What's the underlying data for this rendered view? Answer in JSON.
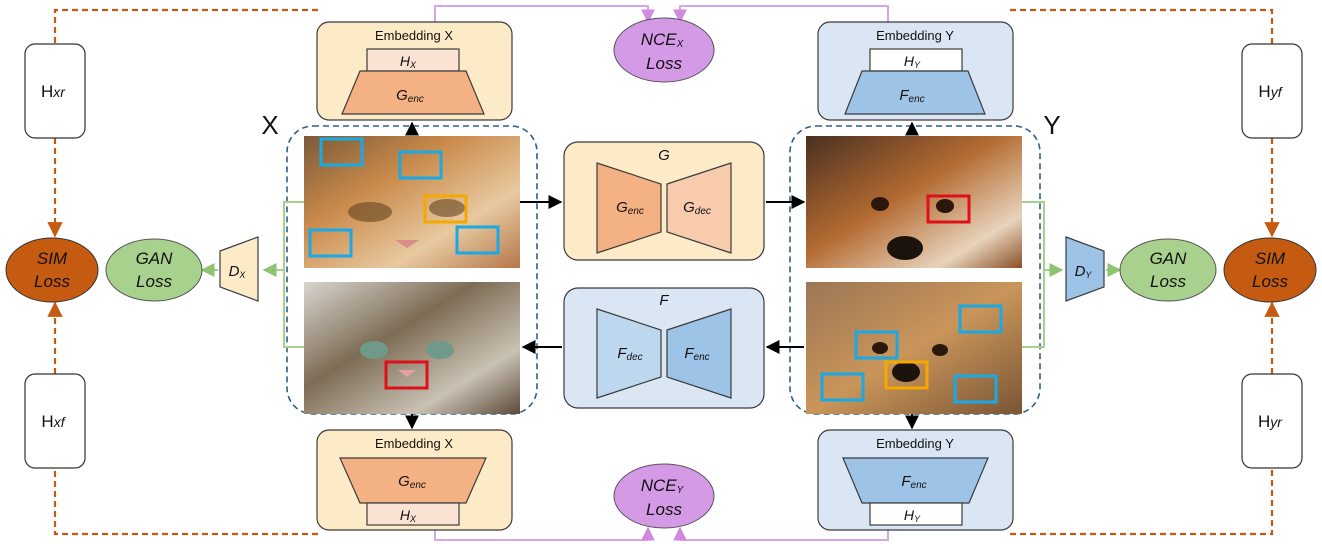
{
  "domain_labels": {
    "x": "X",
    "y": "Y"
  },
  "embedding_top_x": {
    "title": "Embedding X",
    "head": {
      "base": "H",
      "sub": "X"
    },
    "enc": {
      "base": "G",
      "sub": "enc"
    }
  },
  "embedding_top_y": {
    "title": "Embedding Y",
    "head": {
      "base": "H",
      "sub": "Y"
    },
    "enc": {
      "base": "F",
      "sub": "enc"
    }
  },
  "embedding_bottom_x": {
    "title": "Embedding X",
    "head": {
      "base": "H",
      "sub": "X"
    },
    "enc": {
      "base": "G",
      "sub": "enc"
    }
  },
  "embedding_bottom_y": {
    "title": "Embedding Y",
    "head": {
      "base": "H",
      "sub": "Y"
    },
    "enc": {
      "base": "F",
      "sub": "enc"
    }
  },
  "nce_x": {
    "base": "NCE",
    "sub": "X",
    "line2": "Loss"
  },
  "nce_y": {
    "base": "NCE",
    "sub": "Y",
    "line2": "Loss"
  },
  "generator_g": {
    "title": "G",
    "enc": {
      "base": "G",
      "sub": "enc"
    },
    "dec": {
      "base": "G",
      "sub": "dec"
    }
  },
  "generator_f": {
    "title": "F",
    "dec": {
      "base": "F",
      "sub": "dec"
    },
    "enc": {
      "base": "F",
      "sub": "enc"
    }
  },
  "disc_x": {
    "base": "D",
    "sub": "X"
  },
  "disc_y": {
    "base": "D",
    "sub": "Y"
  },
  "gan_left": {
    "line1": "GAN",
    "line2": "Loss"
  },
  "gan_right": {
    "line1": "GAN",
    "line2": "Loss"
  },
  "sim_left": {
    "line1": "SIM",
    "line2": "Loss"
  },
  "sim_right": {
    "line1": "SIM",
    "line2": "Loss"
  },
  "hxr": {
    "base": "H",
    "sub": "xr"
  },
  "hxf": {
    "base": "H",
    "sub": "xf"
  },
  "hyf": {
    "base": "H",
    "sub": "yf"
  },
  "hyr": {
    "base": "H",
    "sub": "yr"
  },
  "colors": {
    "sim_fill": "#c55a11",
    "gan_fill": "#a9d18e",
    "nce_fill": "#d59ae6",
    "x_panel": "#fdebc8",
    "y_panel": "#dae6f4",
    "enc_x": "#f4b183",
    "enc_x_light": "#f8cbad",
    "enc_y": "#9dc3e6",
    "enc_y_light": "#bdd7ee",
    "dashed_orange": "#c55a11",
    "nce_line": "#d8a6e8",
    "green_line": "#a9d18e",
    "dashed_blue": "#2e5f8a",
    "patch_blue": "#19a9e5",
    "patch_orange": "#f5a800",
    "patch_red": "#e0101a"
  },
  "images": {
    "cat_orange": "orange tabby kitten",
    "cat_tabby": "grey tabby kitten",
    "dog_top": "brown puppy",
    "dog_bottom": "fluffy brown puppy"
  }
}
